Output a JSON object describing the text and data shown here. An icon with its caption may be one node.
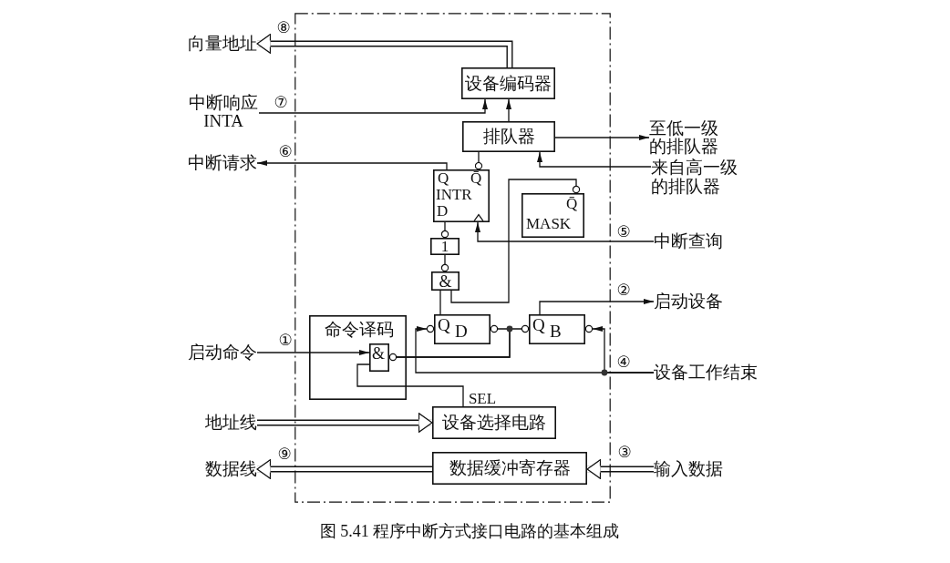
{
  "diagram": {
    "caption": "图 5.41 程序中断方式接口电路的基本组成",
    "nodes": [
      {
        "text": [],
        "shape": "box"
      },
      {
        "text": [
          "设备编码器"
        ],
        "in": 0
      },
      {
        "text": [
          "排队器"
        ],
        "in": 0
      },
      {
        "text": [
          "Q",
          "Q̄",
          "INTR",
          "D"
        ],
        "in": 0
      },
      {
        "text": [
          "Q̄",
          "MASK"
        ],
        "in": 0
      },
      {
        "text": [
          "1"
        ],
        "in": 0
      },
      {
        "text": [
          "&"
        ],
        "in": 0
      },
      {
        "text": [
          "Q",
          "D"
        ],
        "in": 0
      },
      {
        "text": [
          "Q",
          "B"
        ],
        "in": 0
      },
      {
        "text": [
          "命令译码"
        ],
        "in": 0
      },
      {
        "text": [
          "&"
        ],
        "in": 9
      },
      {
        "text": [
          "设备选择电路"
        ],
        "in": 0
      },
      {
        "text": [
          "数据缓冲寄存器"
        ],
        "in": 0
      },
      {
        "text": [
          "向量地址"
        ]
      },
      {
        "text": [
          "中断响应 INTA"
        ]
      },
      {
        "text": [
          "中断请求"
        ]
      },
      {
        "text": [
          "启动命令"
        ]
      },
      {
        "text": [
          "地址线"
        ]
      },
      {
        "text": [
          "数据线"
        ]
      },
      {
        "text": [
          "至低一级的排队器"
        ]
      },
      {
        "text": [
          "来自高一级的排队器"
        ]
      },
      {
        "text": [
          "中断查询"
        ]
      },
      {
        "text": [
          "启动设备"
        ]
      },
      {
        "text": [
          "设备工作结束"
        ]
      },
      {
        "text": [
          "输入数据"
        ]
      }
    ],
    "edges": [
      {
        "from": 1,
        "to": 13,
        "arrow": "to",
        "style": "thick"
      },
      {
        "from": 14,
        "to": 1,
        "arrow": "to"
      },
      {
        "from": 2,
        "to": 1,
        "arrow": "to"
      },
      {
        "from": 2,
        "to": 19,
        "arrow": "to"
      },
      {
        "from": 20,
        "to": 2,
        "arrow": "to"
      },
      {
        "from": 3,
        "to": 15,
        "arrow": "to"
      },
      {
        "from": 3,
        "to": 2,
        "arrow": "other"
      },
      {
        "from": 4,
        "to": 6,
        "arrow": "none"
      },
      {
        "from": 21,
        "to": 3,
        "arrow": "to"
      },
      {
        "from": 6,
        "to": 5,
        "arrow": "none"
      },
      {
        "from": 5,
        "to": 3,
        "arrow": "none"
      },
      {
        "from": 7,
        "to": 6,
        "arrow": "none"
      },
      {
        "from": 10,
        "to": 7,
        "arrow": "none"
      },
      {
        "from": 10,
        "to": 8,
        "arrow": "none"
      },
      {
        "from": 23,
        "to": 8,
        "arrow": "to"
      },
      {
        "from": 23,
        "to": 7,
        "arrow": "to"
      },
      {
        "from": 8,
        "to": 22,
        "arrow": "to"
      },
      {
        "from": 16,
        "to": 10,
        "arrow": "to"
      },
      {
        "from": 11,
        "to": 10,
        "arrow": "none"
      },
      {
        "from": 17,
        "to": 11,
        "arrow": "to",
        "style": "thick"
      },
      {
        "from": 12,
        "to": 18,
        "arrow": "to",
        "style": "thick"
      },
      {
        "from": 24,
        "to": 12,
        "arrow": "to",
        "style": "thick"
      }
    ],
    "labels": [
      "⑧",
      "⑦",
      "⑥",
      "⑤",
      "②",
      "①",
      "④",
      "SEL",
      "⑨",
      "③"
    ]
  }
}
